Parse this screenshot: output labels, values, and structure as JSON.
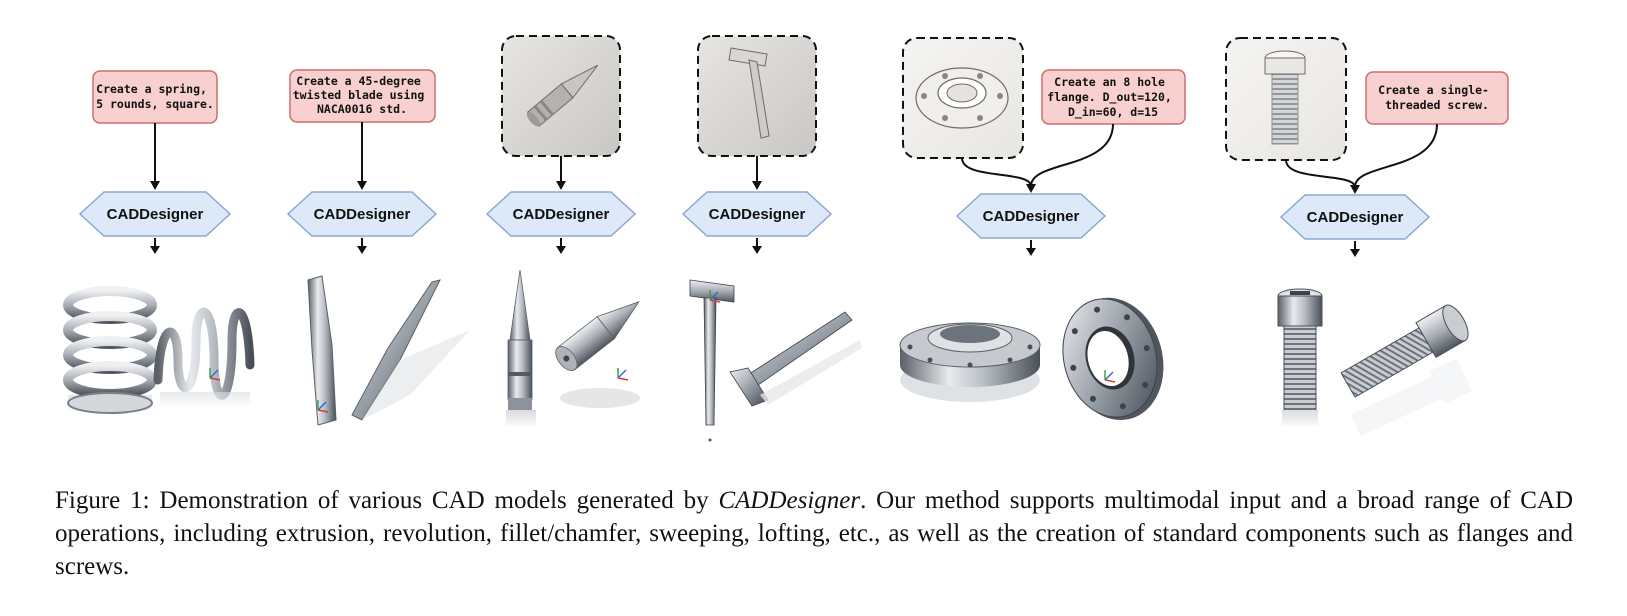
{
  "caption": {
    "label": "Figure 1:",
    "pre": "Demonstration of various CAD models generated by",
    "method": "CADDesigner",
    "post": ". Our method supports multimodal input and a broad range of CAD operations, including extrusion, revolution, fillet/chamfer, sweeping, lofting, etc., as well as the creation of standard components such as flanges and screws."
  },
  "node_label": "CADDesigner",
  "examples": [
    {
      "prompt_lines": [
        "Create a spring,",
        "5 rounds, square."
      ],
      "input_sketch": null,
      "model": "square spring"
    },
    {
      "prompt_lines": [
        "Create a 45-degree",
        "twisted blade using",
        "NACA0016 std."
      ],
      "input_sketch": null,
      "model": "twisted blade"
    },
    {
      "prompt_lines": null,
      "input_sketch": "bullet",
      "model": "bullet"
    },
    {
      "prompt_lines": null,
      "input_sketch": "hammer",
      "model": "hammer"
    },
    {
      "prompt_lines": [
        "Create an 8 hole",
        "flange. D_out=120,",
        "D_in=60, d=15"
      ],
      "input_sketch": "flange",
      "model": "flange"
    },
    {
      "prompt_lines": [
        "Create a single-",
        "threaded screw."
      ],
      "input_sketch": "screw",
      "model": "screw"
    }
  ],
  "colors": {
    "prompt_fill": "#f8d0d0",
    "prompt_stroke": "#cc6f6f",
    "node_fill": "#dde9f8",
    "node_stroke": "#8aa9d2",
    "metal_light": "#e6e8eb",
    "metal_dark": "#4a5058"
  }
}
